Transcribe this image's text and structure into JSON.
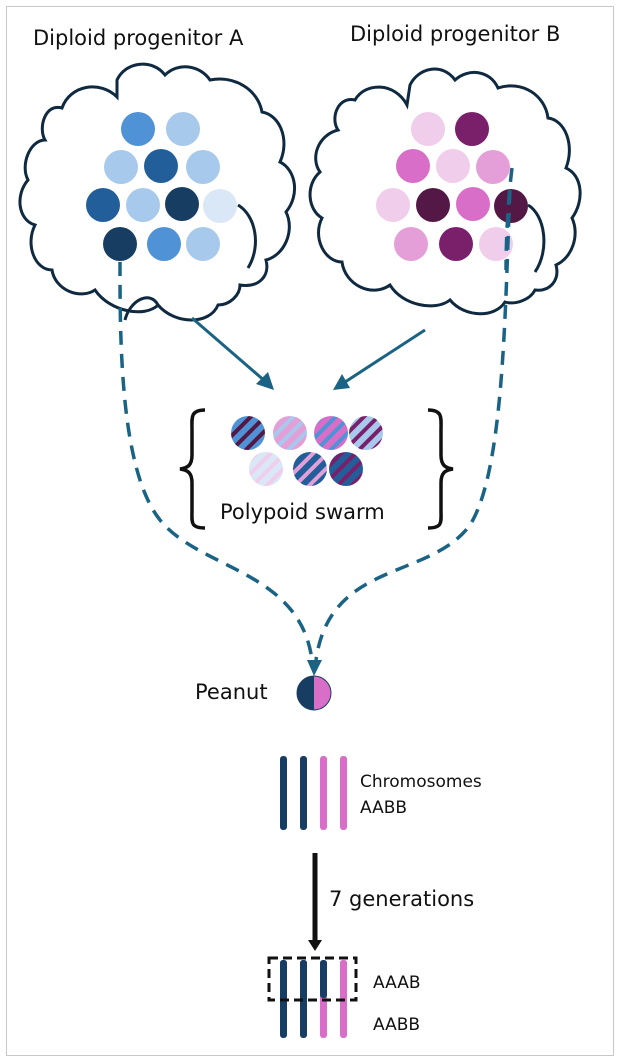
{
  "progenitor_a": {
    "title": "Diploid progenitor A",
    "circle_colors": [
      "#4f93d6",
      "#a7c9ec",
      "#a7c9ec",
      "#225f9a",
      "#a7c9ec",
      "#225f9a",
      "#a7c9ec",
      "#183d63",
      "#d9e7f6",
      "#183d63",
      "#4f93d6",
      "#a7c9ec"
    ]
  },
  "progenitor_b": {
    "title": "Diploid progenitor B",
    "circle_colors": [
      "#f1cdec",
      "#7a206b",
      "#d86ec8",
      "#f1cdec",
      "#e49ed8",
      "#f1cdec",
      "#531845",
      "#d86ec8",
      "#531845",
      "#e49ed8",
      "#7a206b",
      "#f1cdec"
    ]
  },
  "swarm": {
    "label": "Polypoid swarm",
    "circles": [
      {
        "a": "#4f93d6",
        "b": "#531845"
      },
      {
        "a": "#e49ed8",
        "b": "#a7c9ec"
      },
      {
        "a": "#d86ec8",
        "b": "#4f93d6"
      },
      {
        "a": "#a7c9ec",
        "b": "#7a206b"
      },
      {
        "a": "#d9e7f6",
        "b": "#f1cdec"
      },
      {
        "a": "#225f9a",
        "b": "#e49ed8"
      },
      {
        "a": "#225f9a",
        "b": "#7a206b"
      }
    ]
  },
  "peanut": {
    "label": "Peanut",
    "left_color": "#183d63",
    "right_color": "#d86ec8"
  },
  "chromosomes": {
    "label_line1": "Chromosomes",
    "label_line2": "AABB",
    "colors": [
      "#183d63",
      "#183d63",
      "#d86ec8",
      "#d86ec8"
    ]
  },
  "generations": {
    "label": "7 generations"
  },
  "result": {
    "top_label": "AAAB",
    "bottom_label": "AABB",
    "top_colors": [
      "#183d63",
      "#183d63",
      "#183d63",
      "#d86ec8"
    ],
    "bottom_colors": [
      "#183d63",
      "#183d63",
      "#d86ec8",
      "#d86ec8"
    ]
  },
  "colors": {
    "outline": "#0f2a40",
    "arrow": "#1b6384",
    "black": "#111111"
  }
}
